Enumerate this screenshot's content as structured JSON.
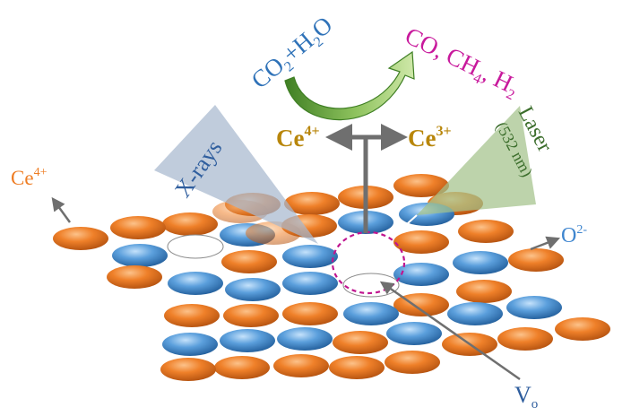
{
  "labels": {
    "reactant_a": "CO",
    "reactant_a_sub": "2",
    "reactant_b": "+H",
    "reactant_b_sub": "2",
    "reactant_c": "O",
    "products_co": "CO, CH",
    "products_ch4_sub": "4",
    "products_h": ", H",
    "products_h2_sub": "2",
    "ce4_top": "Ce",
    "ce4_top_sup": "4+",
    "ce3_top": "Ce",
    "ce3_top_sup": "3+",
    "xrays": "X-rays",
    "laser": "Laser",
    "laser_wavelength": "(532 nm)",
    "ce4_left": "Ce",
    "ce4_left_sup": "4+",
    "ce4_center": "Ce",
    "ce4_center_sup": "4+",
    "o2": "O",
    "o2_sup": "2-",
    "vacancy": "V",
    "vacancy_sub": "o"
  },
  "colors": {
    "ce_orange": "#ee7d24",
    "o_blue": "#4f95d6",
    "reactant_blue": "#2f72b8",
    "product_magenta": "#c8199c",
    "ce_gold": "#b8860b",
    "xray_panel": "#9fb3cb",
    "laser_panel": "#9fbe86",
    "curve_arrow": "#5a9a3a",
    "gray_arrow": "#6f6f6f",
    "vacancy_ring": "#c0158f"
  }
}
